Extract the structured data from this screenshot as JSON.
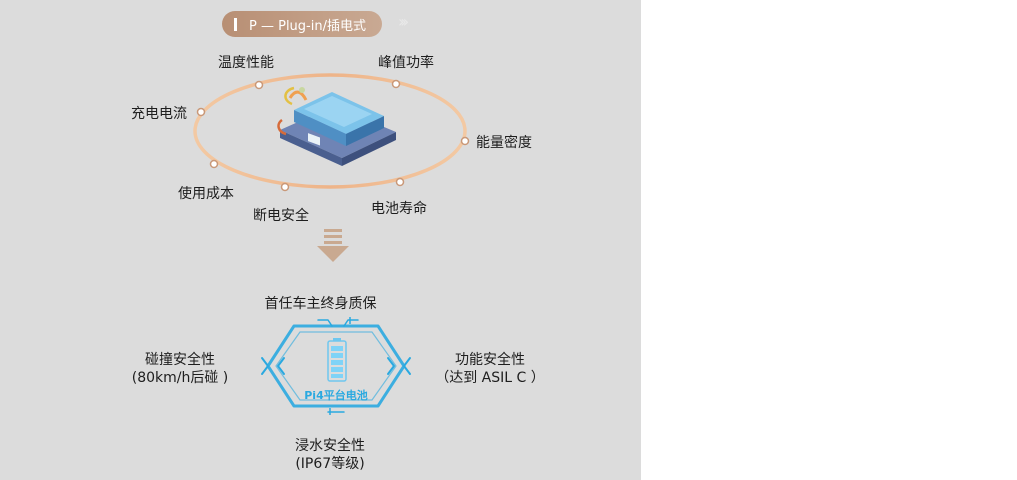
{
  "header": {
    "title": "P — Plug-in/插电式"
  },
  "ring": {
    "labels": {
      "temperature": "温度性能",
      "peak_power": "峰值功率",
      "charge_current": "充电电流",
      "energy_density": "能量密度",
      "usage_cost": "使用成本",
      "power_off_safety": "断电安全",
      "battery_life": "电池寿命"
    }
  },
  "bottom": {
    "warranty": "首任车主终身质保",
    "collision_title": "碰撞安全性",
    "collision_sub": "(80km/h后碰 )",
    "functional_title": "功能安全性",
    "functional_sub": "（达到 ASIL C ）",
    "immersion_title": "浸水安全性",
    "immersion_sub": "(IP67等级)",
    "battery_label": "Pi4平台电池"
  },
  "colors": {
    "accent_brown": "#c09a80",
    "ring_orange": "#f0b98a",
    "cyan": "#2aa9e0"
  },
  "icons": [
    "chevron-right-icon",
    "down-arrow-icon",
    "battery-pack-icon",
    "battery-cell-icon"
  ]
}
